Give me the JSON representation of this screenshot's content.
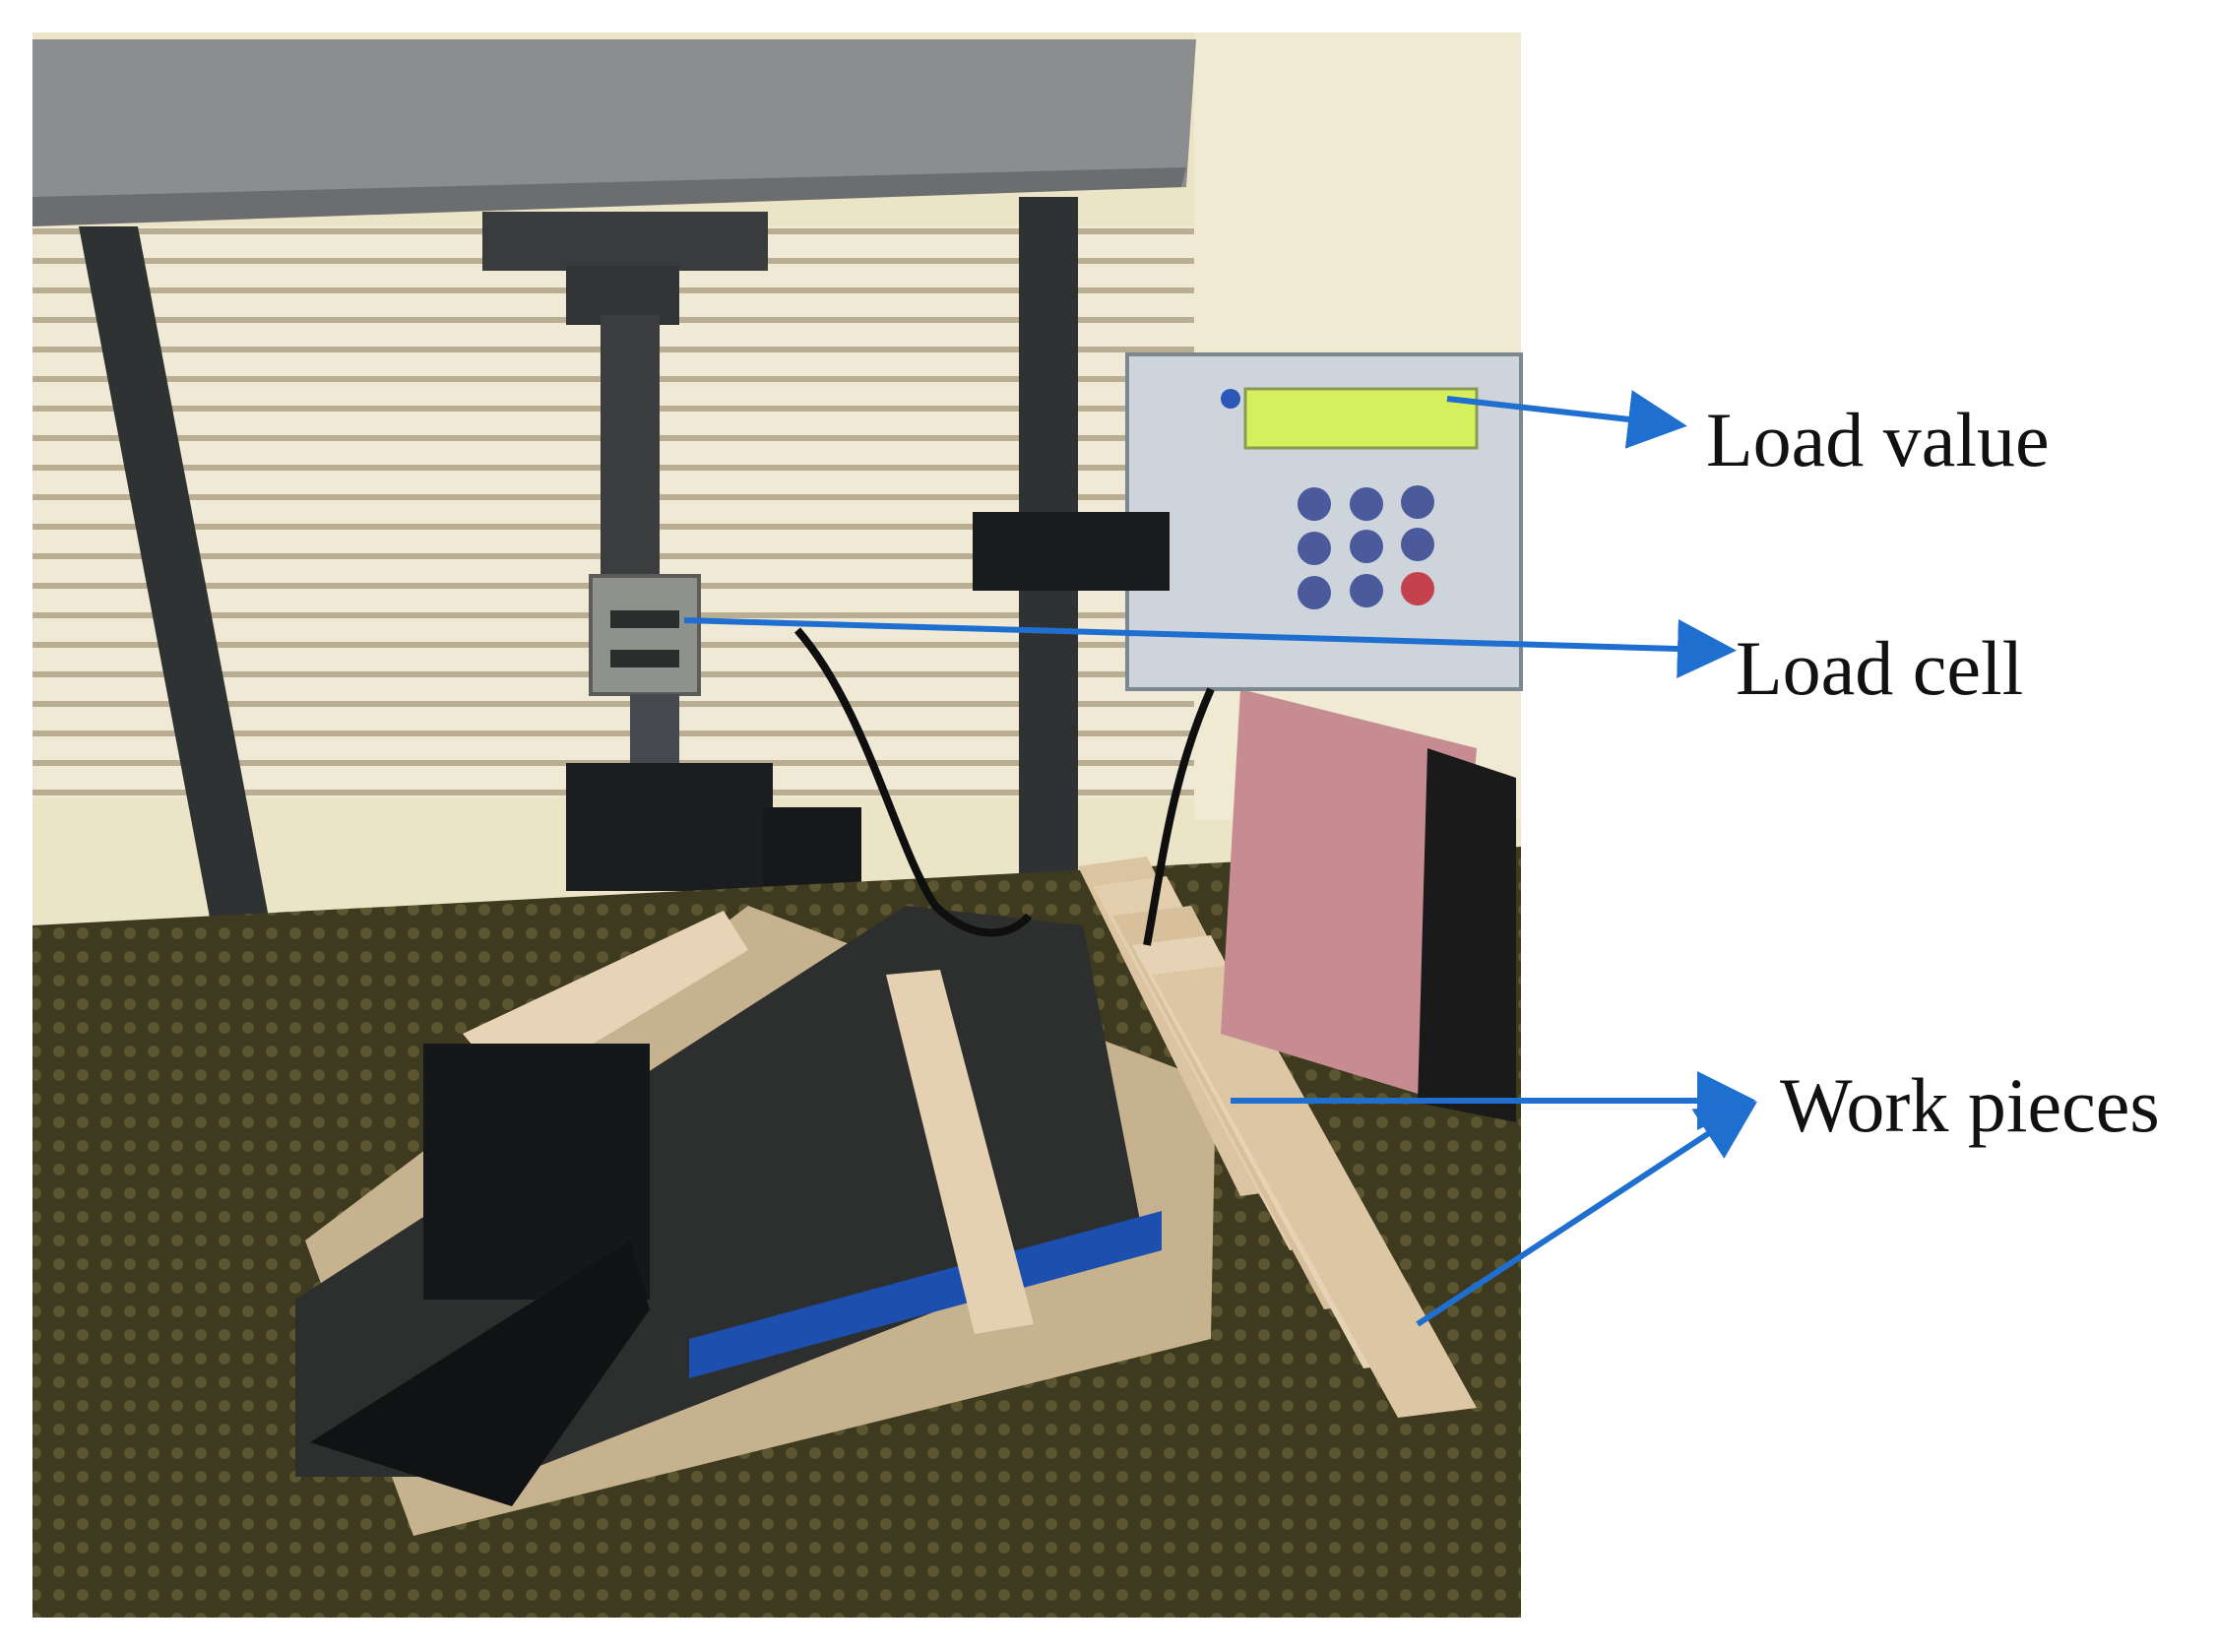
{
  "annotations": {
    "load_value": "Load value",
    "load_cell": "Load cell",
    "work_pieces": "Work pieces"
  },
  "colors": {
    "arrow": "#1f6fd1",
    "lcd": "#d6ef5c",
    "wall": "#eee7cf",
    "frame_top": "#8f8f90",
    "column": "#2f3233",
    "wood": "#e6cfb1",
    "bench": "#3a3a22"
  },
  "icons": [
    "arrow-right-icon"
  ]
}
